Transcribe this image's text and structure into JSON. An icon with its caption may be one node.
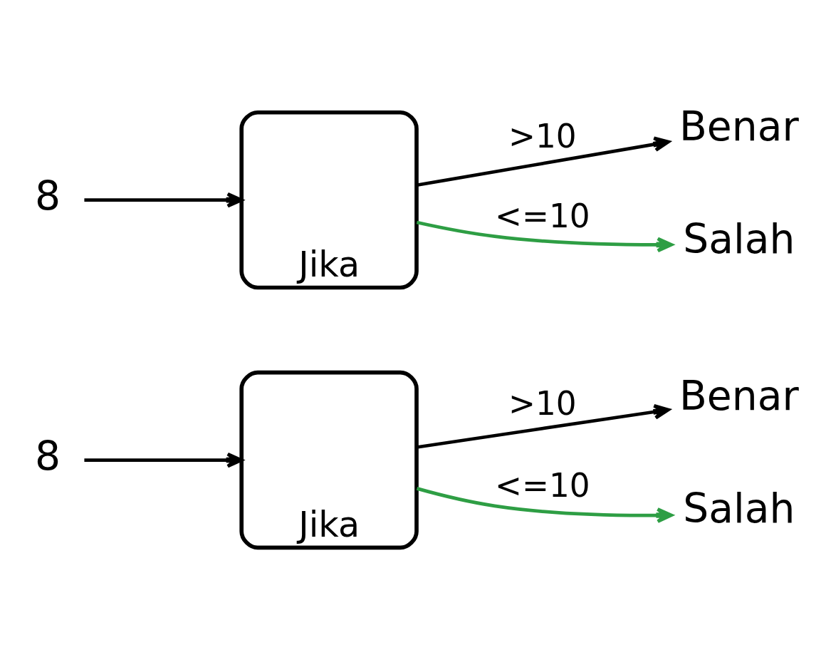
{
  "diagram": {
    "nodes": [
      {
        "text": [
          "8"
        ]
      },
      {
        "text": [
          "Jika"
        ]
      },
      {
        "text": [
          "Benar"
        ]
      },
      {
        "text": [
          "Salah"
        ]
      },
      {
        "text": [
          "8"
        ]
      },
      {
        "text": [
          "Jika"
        ]
      },
      {
        "text": [
          "Benar"
        ]
      },
      {
        "text": [
          "Salah"
        ]
      }
    ],
    "edges": [
      {
        "from": 0,
        "to": 1,
        "arrow": "to"
      },
      {
        "from": 1,
        "to": 2,
        "arrow": "to",
        "label": ">10"
      },
      {
        "from": 1,
        "to": 3,
        "arrow": "to",
        "label": "<=10",
        "color": "#2e9e44"
      },
      {
        "from": 4,
        "to": 5,
        "arrow": "to"
      },
      {
        "from": 5,
        "to": 6,
        "arrow": "to",
        "label": ">10"
      },
      {
        "from": 5,
        "to": 7,
        "arrow": "to",
        "label": "<=10",
        "color": "#2e9e44"
      }
    ]
  }
}
